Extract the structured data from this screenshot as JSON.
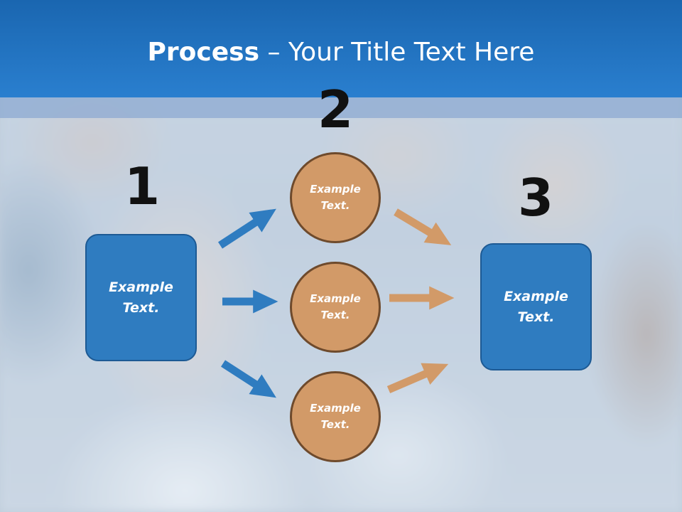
{
  "title": {
    "bold": "Process",
    "rest": " – Your Title Text Here"
  },
  "steps": {
    "one": "1",
    "two": "2",
    "three": "3"
  },
  "left_box": {
    "text": "Example\nText."
  },
  "circles": [
    {
      "text": "Example\nText."
    },
    {
      "text": "Example\nText."
    },
    {
      "text": "Example\nText."
    }
  ],
  "right_box": {
    "text": "Example\nText."
  },
  "colors": {
    "title_bar": "#2a7fcf",
    "box_fill": "#2f7cc0",
    "box_border": "#1d5a94",
    "circle_fill": "#d29a68",
    "circle_border": "#6e4a2c",
    "blue_arrow": "#2f7cc0",
    "orange_arrow": "#d29a68"
  }
}
